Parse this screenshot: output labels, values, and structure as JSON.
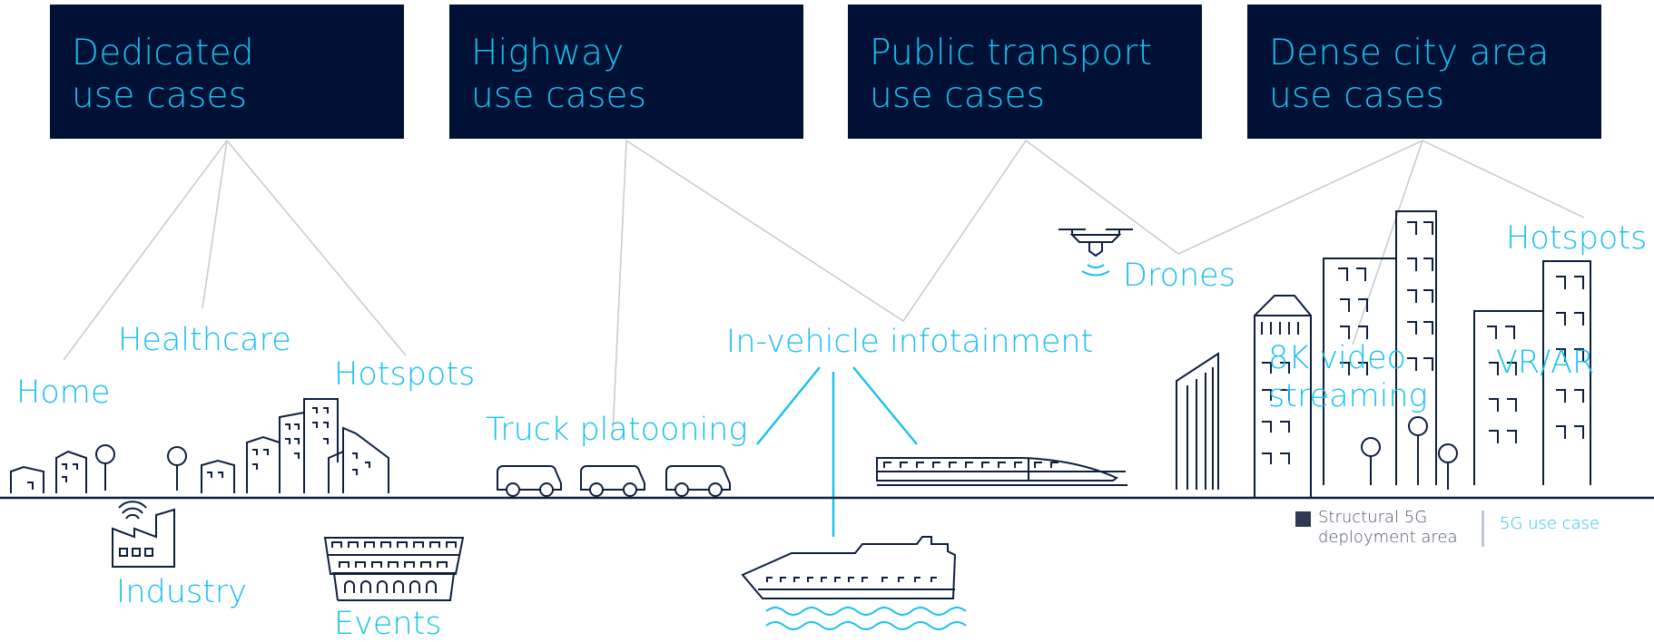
{
  "boxes": [
    {
      "line1": "Dedicated",
      "line2": "use cases"
    },
    {
      "line1": "Highway",
      "line2": "use cases"
    },
    {
      "line1": "Public transport",
      "line2": "use cases"
    },
    {
      "line1": "Dense city area",
      "line2": "use cases"
    }
  ],
  "labels": {
    "home": "Home",
    "healthcare": "Healthcare",
    "hotspots_left": "Hotspots",
    "industry": "Industry",
    "events": "Events",
    "truck": "Truck platooning",
    "infotainment": "In-vehicle infotainment",
    "drones": "Drones",
    "hotspots_right": "Hotspots",
    "video_line1": "8K video",
    "video_line2": "streaming",
    "vrar": "VR/AR"
  },
  "legend": {
    "structural_line1": "Structural 5G",
    "structural_line2": "deployment area",
    "use_case": "5G use case",
    "structural_color": "#2b3a52",
    "use_case_color": "#18c0f0"
  },
  "colors": {
    "box_bg": "#001135",
    "accent": "#18c0f0",
    "line_gray": "#c8ccd2",
    "ground": "#0c1f3f"
  },
  "icons": [
    "house-icon",
    "tree-icon",
    "city-buildings-icon",
    "factory-icon",
    "stadium-icon",
    "van-icon",
    "train-icon",
    "ship-icon",
    "waves-icon",
    "drone-icon",
    "skyscraper-icon"
  ]
}
